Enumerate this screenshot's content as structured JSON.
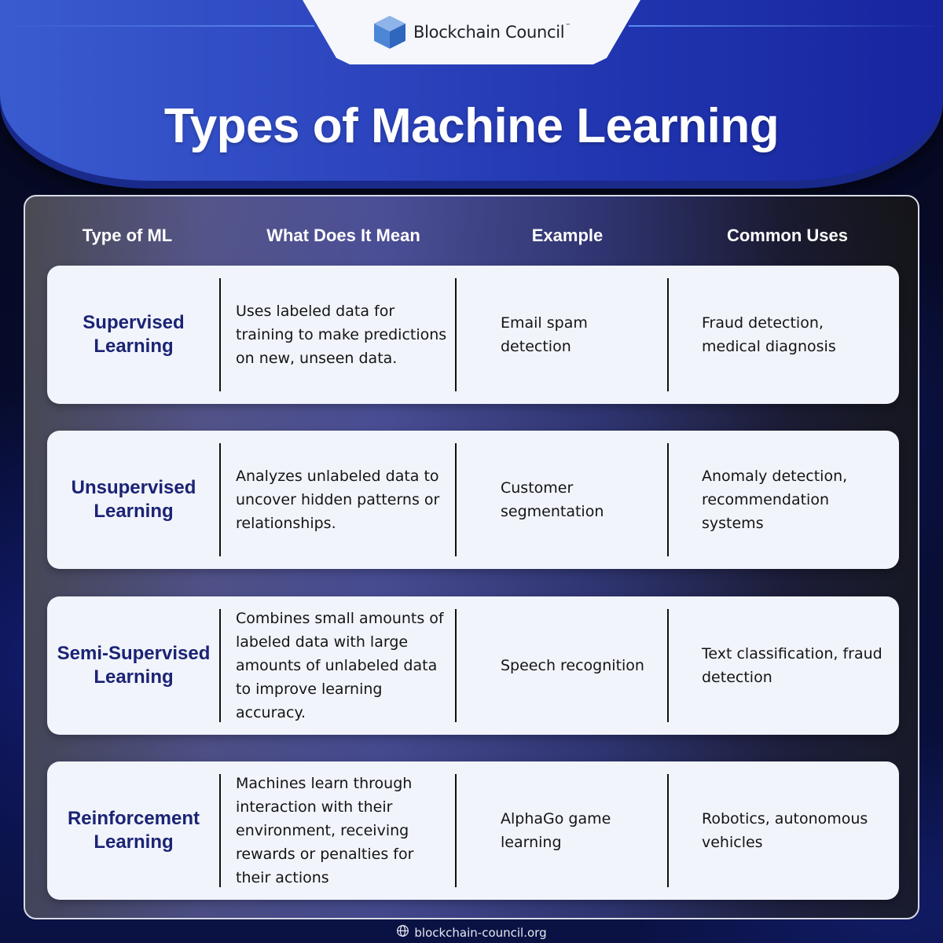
{
  "brand": {
    "name": "Blockchain Council",
    "trademark": "™",
    "logo_icon": "cube-icon",
    "website": "blockchain-council.org",
    "website_icon": "globe-icon"
  },
  "title": "Types of Machine Learning",
  "colors": {
    "banner_blue": "#2e47c0",
    "type_text": "#1b2375",
    "row_bg": "#f1f4fb",
    "header_text": "#ffffff"
  },
  "table": {
    "headers": [
      "Type of ML",
      "What Does It Mean",
      "Example",
      "Common Uses"
    ],
    "rows": [
      {
        "type": "Supervised Learning",
        "meaning": "Uses labeled data for training to make predictions on new, unseen data.",
        "example": "Email spam detection",
        "uses": "Fraud detection, medical diagnosis"
      },
      {
        "type": "Unsupervised Learning",
        "meaning": "Analyzes unlabeled data to uncover hidden patterns or relationships.",
        "example": "Customer segmentation",
        "uses": "Anomaly detection, recommendation systems"
      },
      {
        "type": "Semi-Supervised Learning",
        "meaning": "Combines small amounts of labeled data with large amounts of unlabeled data to improve learning accuracy.",
        "example": "Speech recognition",
        "uses": "Text classification, fraud detection"
      },
      {
        "type": "Reinforcement Learning",
        "meaning": "Machines learn through interaction with their environment, receiving rewards or penalties for their actions",
        "example": "AlphaGo game learning",
        "uses": "Robotics, autonomous vehicles"
      }
    ]
  }
}
